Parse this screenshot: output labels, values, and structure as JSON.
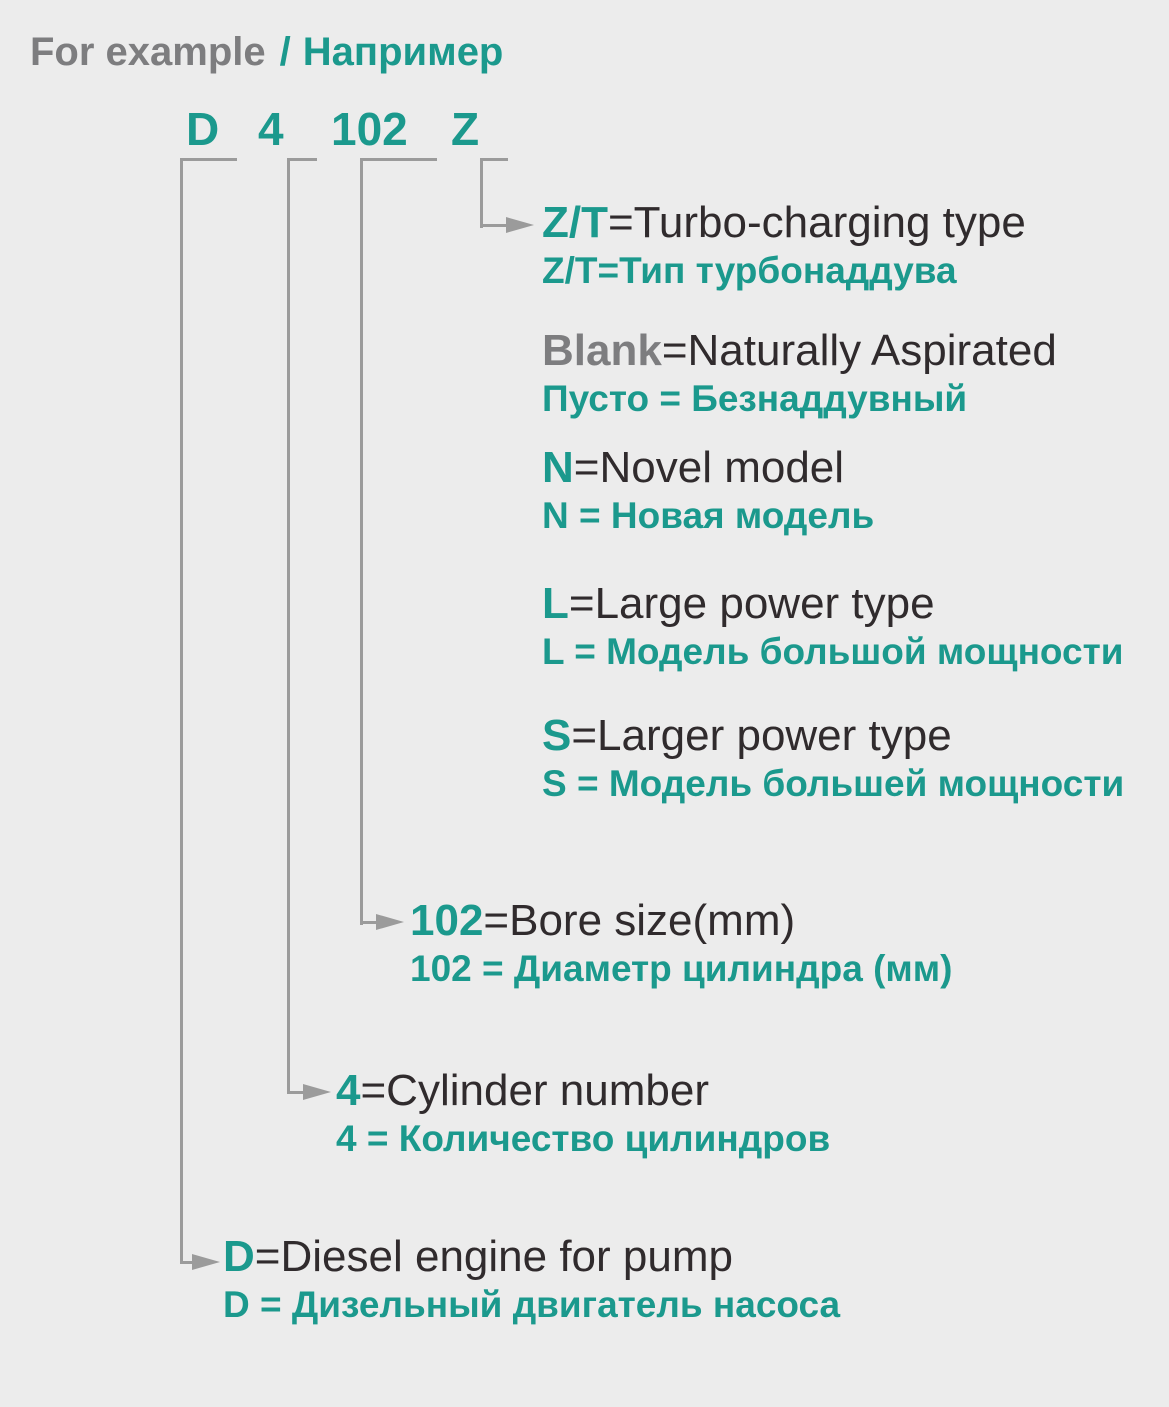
{
  "title": {
    "english": "For example",
    "separator": "/",
    "russian": "Например"
  },
  "code": {
    "parts": [
      "D",
      "4",
      "102",
      "Z"
    ]
  },
  "sections": [
    {
      "lead": "Z/T",
      "english_rest": "=Turbo-charging type",
      "russian": "Z/T=Тип турбонаддува"
    },
    {
      "lead": "Blank",
      "english_rest": "=Naturally Aspirated",
      "russian": "Пусто = Безнаддувный"
    },
    {
      "lead": "N",
      "english_rest": "=Novel model",
      "russian": "N = Новая модель"
    },
    {
      "lead": "L",
      "english_rest": "=Large power type",
      "russian": "L = Модель большой мощности"
    },
    {
      "lead": "S",
      "english_rest": "=Larger power type",
      "russian": "S = Модель большей мощности"
    },
    {
      "lead": "102",
      "english_rest": "=Bore size(mm)",
      "russian": "102 = Диаметр цилиндра (мм)"
    },
    {
      "lead": "4",
      "english_rest": "=Cylinder number",
      "russian": "4 = Количество цилиндров"
    },
    {
      "lead": "D",
      "english_rest": "=Diesel engine for pump",
      "russian": "D = Дизельный двигатель насоса"
    }
  ],
  "colors": {
    "teal": "#1b998d",
    "gray_text": "#7d7d7f",
    "dark_text": "#302b2d",
    "line": "#9b9b9b",
    "background": "#ececec"
  }
}
